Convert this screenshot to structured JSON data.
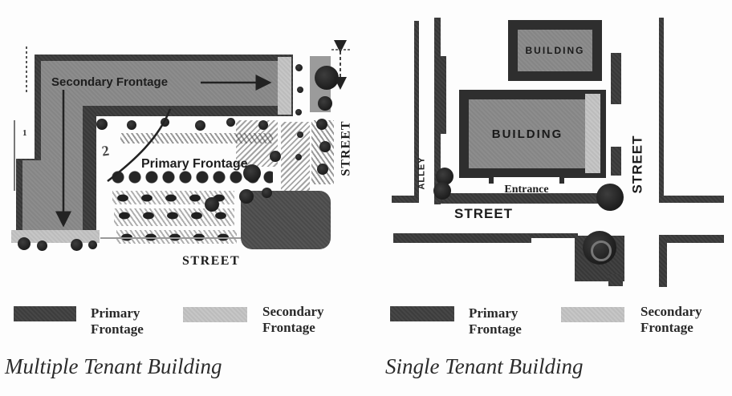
{
  "figure": {
    "left_panel": {
      "caption": "Multiple Tenant Building",
      "secondary_frontage_label": "Secondary Frontage",
      "primary_frontage_label": "Primary Frontage",
      "street_side_label": "STREET",
      "street_bottom_label": "STREET",
      "dimension_mark": "1",
      "site_mark": "2",
      "legend": {
        "primary": [
          "Primary",
          "Frontage"
        ],
        "secondary": [
          "Secondary",
          "Frontage"
        ]
      }
    },
    "right_panel": {
      "caption": "Single Tenant Building",
      "rear_building_label": "BUILDING",
      "main_building_label": "BUILDING",
      "alley_label": "ALLEY",
      "street_side_label": "STREET",
      "street_bottom_label": "STREET",
      "entrance_label": "Entrance",
      "legend": {
        "primary": [
          "Primary",
          "Frontage"
        ],
        "secondary": [
          "Secondary",
          "Frontage"
        ]
      }
    },
    "colors": {
      "primary_frontage": "#3d3d3d",
      "secondary_frontage": "#c6c6c6",
      "building_fill": "#8d8d8d",
      "line_dark": "#383838"
    }
  }
}
